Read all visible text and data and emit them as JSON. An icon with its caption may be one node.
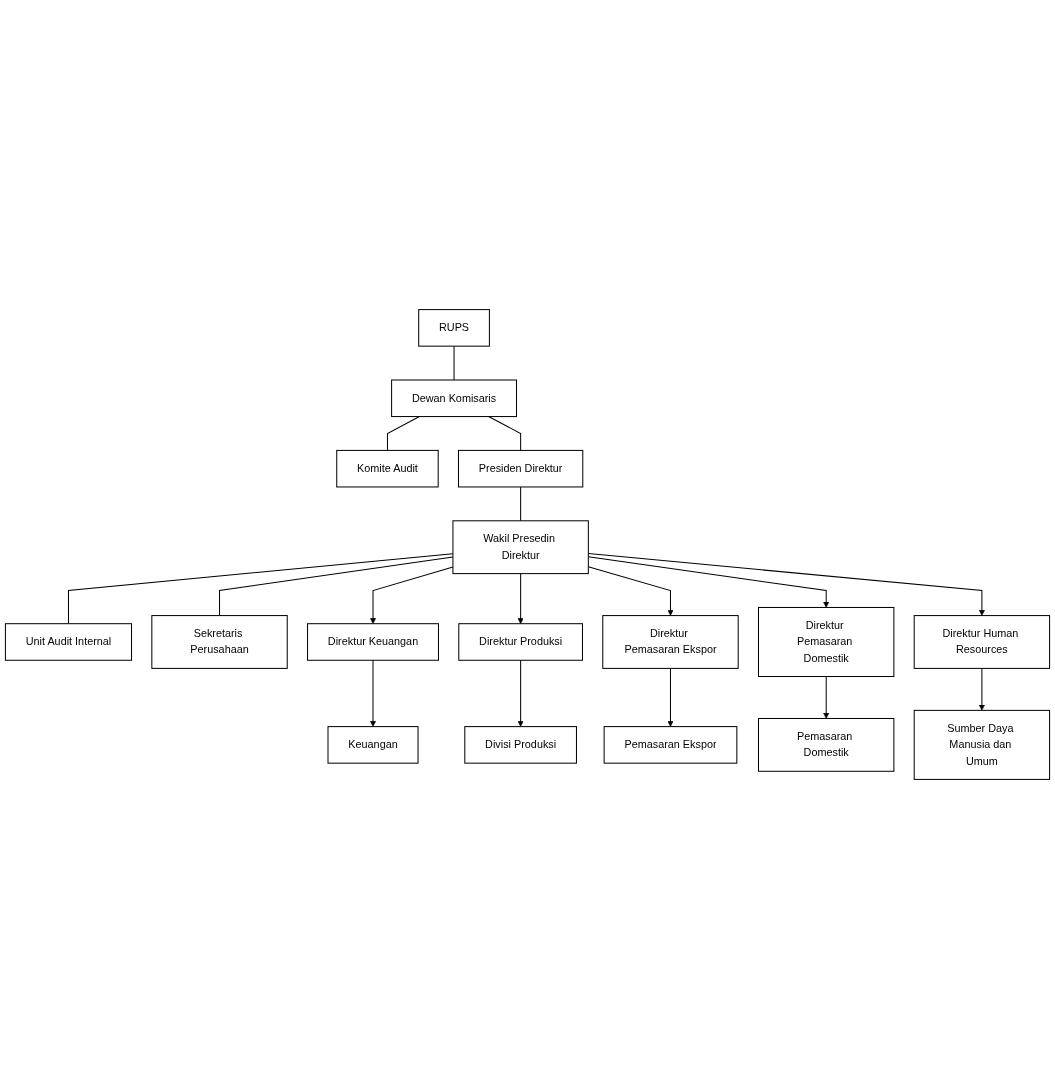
{
  "diagram": {
    "nodes": [
      {
        "text": [
          "RUPS"
        ]
      },
      {
        "text": [
          "Dewan Komisaris"
        ]
      },
      {
        "text": [
          "Komite Audit"
        ]
      },
      {
        "text": [
          "Presiden Direktur"
        ]
      },
      {
        "text": [
          "Wakil Presedin Direktur"
        ]
      },
      {
        "text": [
          "Unit Audit Internal"
        ]
      },
      {
        "text": [
          "Sekretaris Perusahaan"
        ]
      },
      {
        "text": [
          "Direktur Keuangan"
        ]
      },
      {
        "text": [
          "Direktur Produksi"
        ]
      },
      {
        "text": [
          "Direktur Pemasaran Ekspor"
        ]
      },
      {
        "text": [
          "Direktur Pemasaran Domestik"
        ]
      },
      {
        "text": [
          "Direktur Human Resources"
        ]
      },
      {
        "text": [
          "Keuangan"
        ]
      },
      {
        "text": [
          "Divisi Produksi"
        ]
      },
      {
        "text": [
          "Pemasaran Ekspor"
        ]
      },
      {
        "text": [
          "Pemasaran Domestik"
        ]
      },
      {
        "text": [
          "Sumber Daya Manusia dan Umum"
        ]
      }
    ],
    "edges": [
      {
        "from": 0,
        "to": 1,
        "arrow": "none"
      },
      {
        "from": 1,
        "to": 3,
        "arrow": "none"
      },
      {
        "from": 1,
        "to": 2,
        "arrow": "none"
      },
      {
        "from": 3,
        "to": 4,
        "arrow": "none"
      },
      {
        "from": 4,
        "to": 5,
        "arrow": "none"
      },
      {
        "from": 4,
        "to": 6,
        "arrow": "none"
      },
      {
        "from": 4,
        "to": 7,
        "arrow": "to"
      },
      {
        "from": 4,
        "to": 8,
        "arrow": "to"
      },
      {
        "from": 4,
        "to": 9,
        "arrow": "to"
      },
      {
        "from": 4,
        "to": 10,
        "arrow": "to"
      },
      {
        "from": 4,
        "to": 11,
        "arrow": "to"
      },
      {
        "from": 7,
        "to": 12,
        "arrow": "to"
      },
      {
        "from": 8,
        "to": 13,
        "arrow": "to"
      },
      {
        "from": 9,
        "to": 14,
        "arrow": "to"
      },
      {
        "from": 10,
        "to": 15,
        "arrow": "to"
      },
      {
        "from": 11,
        "to": 16,
        "arrow": "to"
      }
    ]
  }
}
